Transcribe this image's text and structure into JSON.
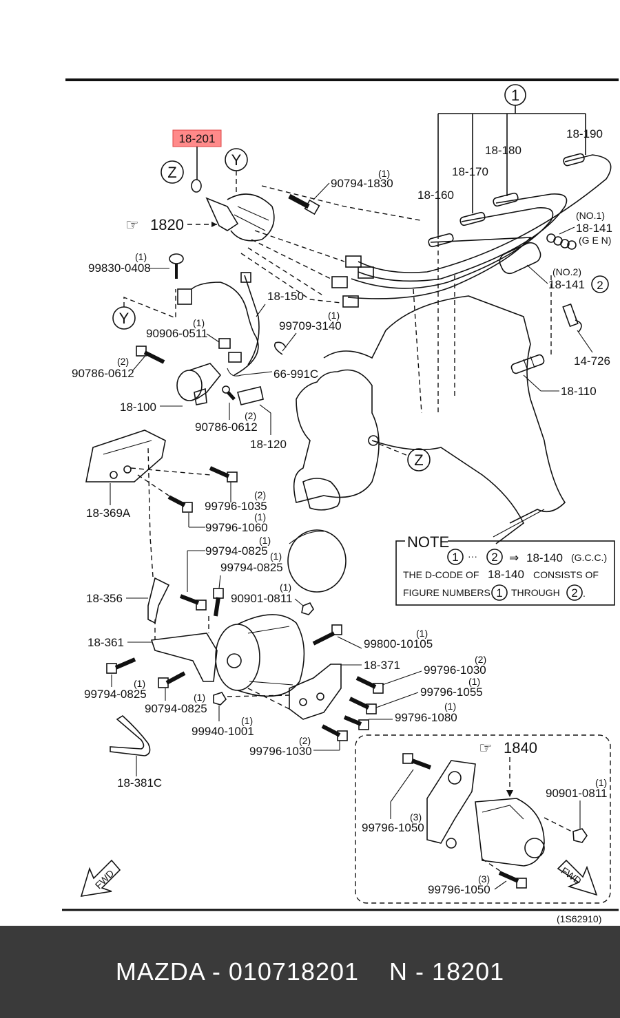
{
  "highlight_color": "#ff8a8a",
  "footer_bg": "#3a3a3a",
  "highlight_part": "18-201",
  "callouts": {
    "group_1": "1",
    "z_top": "Z",
    "y_top": "Y",
    "y_left": "Y",
    "z_right": "Z",
    "arrow_1820": "1820",
    "arrow_1840": "1840"
  },
  "labels": {
    "p90794_1830": "90794-1830",
    "q90794_1830": "(1)",
    "p18_160": "18-160",
    "p18_170": "18-170",
    "p18_180": "18-180",
    "p18_190": "18-190",
    "p18_141a": "18-141",
    "no1": "(NO.1)",
    "gen": "(G E N)",
    "p18_141b": "18-141",
    "no2": "(NO.2)",
    "c2": "2",
    "p99830_0408": "99830-0408",
    "q99830_0408": "(1)",
    "p18_150": "18-150",
    "p99709_3140": "99709-3140",
    "q99709_3140": "(1)",
    "p90906_0511": "90906-0511",
    "q90906_0511": "(1)",
    "p66_991c": "66-991C",
    "p90786_0612a": "90786-0612",
    "q90786_0612a": "(2)",
    "p14_726": "14-726",
    "p18_100": "18-100",
    "p18_110": "18-110",
    "p90786_0612b": "90786-0612",
    "q90786_0612b": "(2)",
    "p18_120": "18-120",
    "p18_369a": "18-369A",
    "p99796_1035": "99796-1035",
    "q99796_1035": "(2)",
    "p99796_1060": "99796-1060",
    "q99796_1060": "(1)",
    "p99794_0825a": "99794-0825",
    "q99794_0825a": "(1)",
    "p99794_0825b": "99794-0825",
    "q99794_0825b": "(1)",
    "p18_356": "18-356",
    "p90901_0811a": "90901-0811",
    "q90901_0811a": "(1)",
    "p99800_10105": "99800-10105",
    "q99800_10105": "(1)",
    "p18_361": "18-361",
    "p18_371": "18-371",
    "p99796_1030a": "99796-1030",
    "q99796_1030a": "(2)",
    "p99796_1055": "99796-1055",
    "q99796_1055": "(1)",
    "p99794_0825c": "99794-0825",
    "q99794_0825c": "(1)",
    "p90794_0825": "90794-0825",
    "q90794_0825": "(1)",
    "p99796_1080": "99796-1080",
    "q99796_1080": "(1)",
    "p99940_1001": "99940-1001",
    "q99940_1001": "(1)",
    "p99796_1030b": "99796-1030",
    "q99796_1030b": "(2)",
    "p18_381c": "18-381C",
    "p90901_0811b": "90901-0811",
    "q90901_0811b": "(1)",
    "p99796_1050a": "99796-1050",
    "q99796_1050a": "(3)",
    "p99796_1050b": "99796-1050",
    "q99796_1050b": "(3)",
    "fwd_left": "FWD",
    "fwd_right": "FWD",
    "diagram_code": "(1S62910)"
  },
  "note": {
    "title": "NOTE",
    "n1": "1",
    "dots": "···",
    "n2": "2",
    "arrow": "⇒",
    "part": "18-140",
    "gcc": "(G.C.C.)",
    "line2_a": "THE D-CODE OF",
    "line2_b": "18-140",
    "line2_c": "CONSISTS OF",
    "line3_a": "FIGURE NUMBERS",
    "line3_n1": "1",
    "line3_b": "THROUGH",
    "line3_n2": "2",
    "line3_end": "."
  },
  "footer": {
    "text": "MAZDA - 010718201    N - 18201"
  }
}
